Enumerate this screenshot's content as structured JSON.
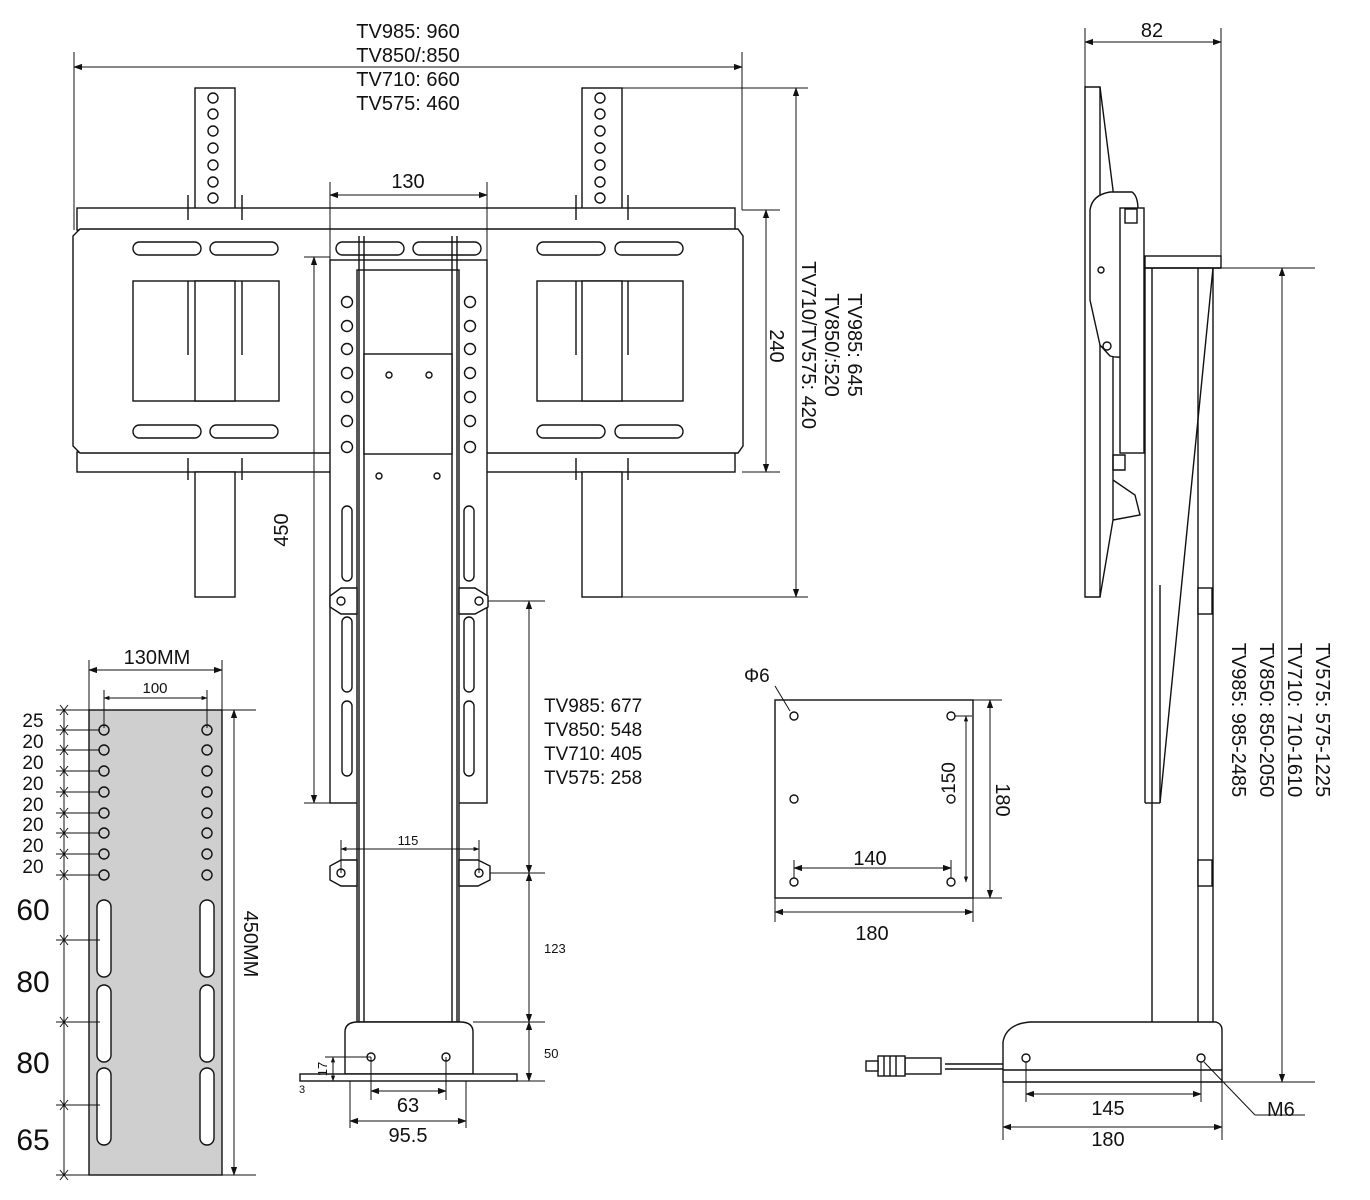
{
  "front_view": {
    "width_labels": [
      "TV985: 960",
      "TV850/:850",
      "TV710:  660",
      "TV575:  460"
    ],
    "dim_130": "130",
    "dim_240": "240",
    "dim_450": "450",
    "height_labels": [
      "TV985: 645",
      "TV850/:520",
      "TV710/TV575:  420"
    ],
    "travel_labels": [
      "TV985: 677",
      "TV850: 548",
      "TV710: 405",
      "TV575: 258"
    ],
    "dim_115": "115",
    "dim_123": "123",
    "dim_50": "50",
    "dim_17": "17",
    "dim_3": "3",
    "dim_63": "63",
    "dim_95_5": "95.5"
  },
  "column_detail": {
    "width_label": "130MM",
    "inner_width_label": "100",
    "height_label": "450MM",
    "hole_spacings": [
      "25",
      "20",
      "20",
      "20",
      "20",
      "20",
      "20",
      "20"
    ],
    "slot_spacings": [
      "60",
      "80",
      "80",
      "65"
    ]
  },
  "plate_detail": {
    "hole_label": "Φ6",
    "dim_150": "150",
    "dim_180_v": "180",
    "dim_140": "140",
    "dim_180_h": "180"
  },
  "side_view": {
    "depth_label": "82",
    "height_labels": [
      "TV575:  575-1225",
      "TV710:  710-1610",
      "TV850:  850-2050",
      "TV985: 985-2485"
    ],
    "base_dim_145": "145",
    "base_dim_180": "180",
    "screw_label": "M6"
  },
  "colors": {
    "line": "#111111",
    "column_fill": "#cfcfcf",
    "background": "#ffffff"
  }
}
